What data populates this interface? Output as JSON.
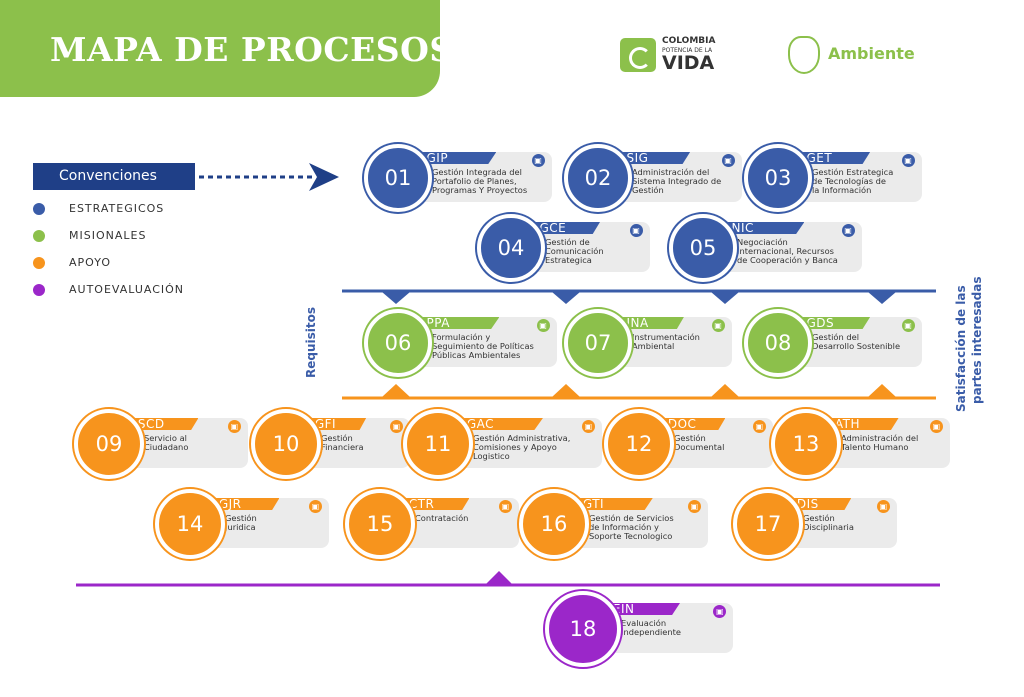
{
  "title": "MAPA DE PROCESOS",
  "logos": {
    "colombia_l1": "COLOMBIA",
    "colombia_l2": "POTENCIA DE LA",
    "colombia_l3": "VIDA",
    "ambiente": "Ambiente"
  },
  "legend": {
    "title": "Convenciones",
    "items": [
      {
        "label": "ESTRATEGICOS",
        "color": "#3a5ca8"
      },
      {
        "label": "MISIONALES",
        "color": "#8cc04b"
      },
      {
        "label": "APOYO",
        "color": "#f7941d"
      },
      {
        "label": "AUTOEVALUACIÓN",
        "color": "#9b27c9"
      }
    ]
  },
  "side_labels": {
    "left": "Requisitos",
    "right_1": "Satisfacción de las",
    "right_2": "partes interesadas"
  },
  "colors": {
    "strategic": "#3a5ca8",
    "missional": "#8cc04b",
    "support": "#f7941d",
    "evaluation": "#9b27c9"
  },
  "processes": [
    {
      "num": "01",
      "code": "GIP",
      "desc_lines": [
        "Gestión Integrada del",
        "Portafolio de Planes,",
        "Programas Y Proyectos"
      ],
      "group": "strategic",
      "icon": "document-icon"
    },
    {
      "num": "02",
      "code": "SIG",
      "desc_lines": [
        "Administración del",
        "Sistema Integrado de",
        "Gestión"
      ],
      "group": "strategic",
      "icon": "cycle-icon"
    },
    {
      "num": "03",
      "code": "GET",
      "desc_lines": [
        "Gestión Estrategica",
        "de Tecnologías de",
        "la Información"
      ],
      "group": "strategic",
      "icon": "team-icon"
    },
    {
      "num": "04",
      "code": "GCE",
      "desc_lines": [
        "Gestión de",
        "Comunicación",
        "Estrategica"
      ],
      "group": "strategic",
      "icon": "megaphone-icon"
    },
    {
      "num": "05",
      "code": "NIC",
      "desc_lines": [
        "Negociación",
        "Internacional, Recursos",
        "de Cooperación y Banca"
      ],
      "group": "strategic",
      "icon": "chat-icon"
    },
    {
      "num": "06",
      "code": "PPA",
      "desc_lines": [
        "Formulación y",
        "Seguimiento de Políticas",
        "Públicas Ambientales"
      ],
      "group": "missional",
      "icon": "book-icon"
    },
    {
      "num": "07",
      "code": "INA",
      "desc_lines": [
        "Instrumentación",
        "Ambiental"
      ],
      "group": "missional",
      "icon": "tools-icon"
    },
    {
      "num": "08",
      "code": "GDS",
      "desc_lines": [
        "Gestión del",
        "Desarrollo Sostenible"
      ],
      "group": "missional",
      "icon": "thumbs-up-icon"
    },
    {
      "num": "09",
      "code": "SCD",
      "desc_lines": [
        "Servicio al",
        "Ciudadano"
      ],
      "group": "support",
      "icon": "headset-icon"
    },
    {
      "num": "10",
      "code": "GFI",
      "desc_lines": [
        "Gestión",
        "Financiera"
      ],
      "group": "support",
      "icon": "money-icon"
    },
    {
      "num": "11",
      "code": "GAC",
      "desc_lines": [
        "Gestión Administrativa,",
        "Comisiones y Apoyo",
        "Logistico"
      ],
      "group": "support",
      "icon": "network-icon"
    },
    {
      "num": "12",
      "code": "DOC",
      "desc_lines": [
        "Gestión",
        "Documental"
      ],
      "group": "support",
      "icon": "monitor-icon"
    },
    {
      "num": "13",
      "code": "ATH",
      "desc_lines": [
        "Administración del",
        "Talento Humano"
      ],
      "group": "support",
      "icon": "id-card-icon"
    },
    {
      "num": "14",
      "code": "GJR",
      "desc_lines": [
        "Gestión",
        "Juridica"
      ],
      "group": "support",
      "icon": "gavel-icon"
    },
    {
      "num": "15",
      "code": "CTR",
      "desc_lines": [
        "Contratación"
      ],
      "group": "support",
      "icon": "handshake-icon"
    },
    {
      "num": "16",
      "code": "GTI",
      "desc_lines": [
        "Gestión de Servicios",
        "de Información y",
        "Soporte Tecnologico"
      ],
      "group": "support",
      "icon": "laptop-icon"
    },
    {
      "num": "17",
      "code": "DIS",
      "desc_lines": [
        "Gestión",
        "Disciplinaria"
      ],
      "group": "support",
      "icon": "folder-icon"
    },
    {
      "num": "18",
      "code": "EIN",
      "desc_lines": [
        "Evaluación",
        "Independiente"
      ],
      "group": "evaluation",
      "icon": "chart-icon"
    }
  ]
}
